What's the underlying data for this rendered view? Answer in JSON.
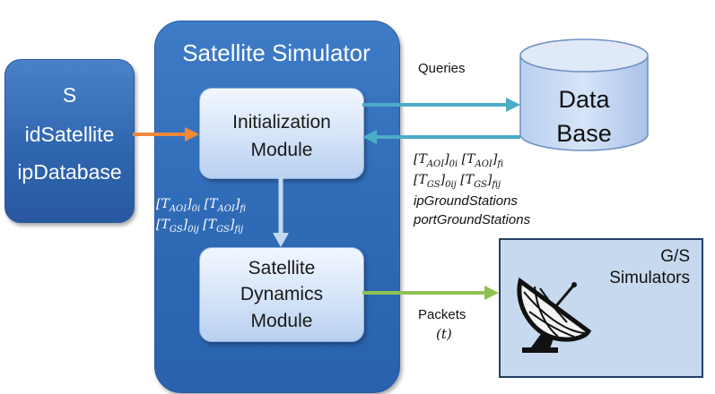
{
  "left_box": {
    "lines": [
      "S",
      "idSatellite",
      "ipDatabase"
    ]
  },
  "simulator": {
    "title": "Satellite Simulator"
  },
  "init_module": {
    "lines": [
      "Initialization",
      "Module"
    ]
  },
  "dyn_module": {
    "lines": [
      "Satellite",
      "Dynamics",
      "Module"
    ]
  },
  "database": {
    "lines": [
      "Data",
      "Base"
    ]
  },
  "gs": {
    "lines": [
      "G/S",
      "Simulators"
    ],
    "icon": "satellite-dish-icon"
  },
  "labels": {
    "queries": "Queries",
    "packets": "Packets",
    "packets_t": "(t)"
  },
  "internal_params": {
    "line1": "[T_AOI]_0i [T_AOI]_fi",
    "line2": "[T_GS]_0ij [T_GS]_fij"
  },
  "return_params": {
    "line1": "[T_AOI]_0i [T_AOI]_fi",
    "line2": "[T_GS]_0ij [T_GS]_fij",
    "line3": "ipGroundStations",
    "line4": "portGroundStations"
  },
  "colors": {
    "blue_box": "#2f6bb7",
    "orange_arrow": "#f0883a",
    "teal_arrow": "#4bacc6",
    "green_arrow": "#8ec152",
    "light_arrow": "#c5d9f1",
    "gs_fill": "#c7d9ef"
  }
}
